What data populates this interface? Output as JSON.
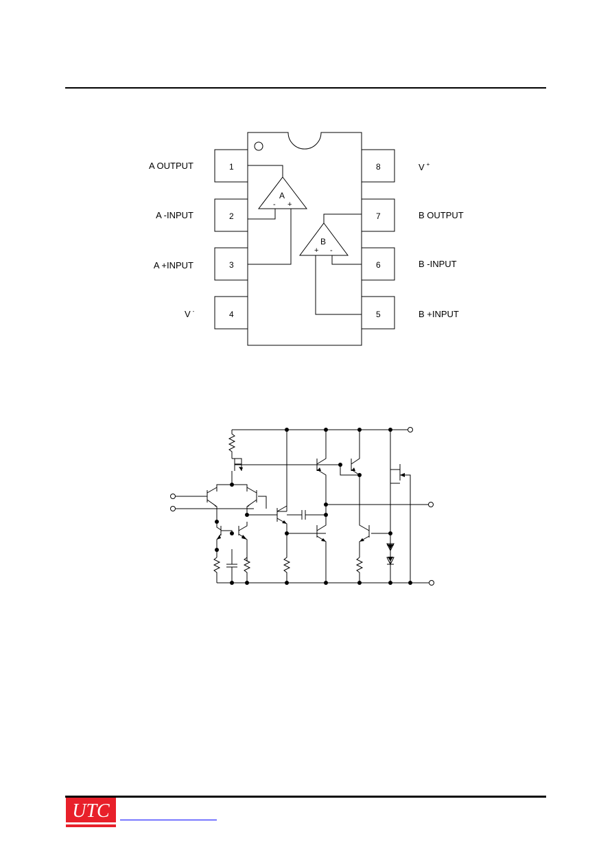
{
  "pin_diagram": {
    "left_pins": [
      {
        "number": "1",
        "label": "A OUTPUT"
      },
      {
        "number": "2",
        "label": "A -INPUT"
      },
      {
        "number": "3",
        "label": "A +INPUT"
      },
      {
        "number": "4",
        "label": "V",
        "sup": "-"
      }
    ],
    "right_pins": [
      {
        "number": "8",
        "label": "V",
        "sup": "+"
      },
      {
        "number": "7",
        "label": "B OUTPUT"
      },
      {
        "number": "6",
        "label": "B -INPUT"
      },
      {
        "number": "5",
        "label": "B +INPUT"
      }
    ],
    "amp_a": {
      "letter": "A",
      "minus": "-",
      "plus": "+"
    },
    "amp_b": {
      "letter": "B",
      "minus": "-",
      "plus": "+"
    }
  },
  "footer": {
    "logo_text": "UTC",
    "logo_color": "#e8202a",
    "link_color": "#0000ff"
  }
}
